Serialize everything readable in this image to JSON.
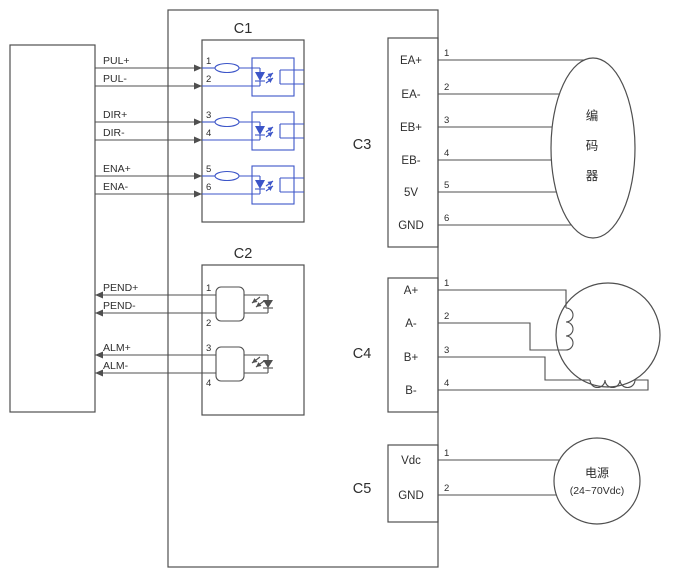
{
  "connectors": {
    "c1": {
      "label": "C1",
      "signals": [
        {
          "name": "PUL+",
          "pin": "1"
        },
        {
          "name": "PUL-",
          "pin": "2"
        },
        {
          "name": "DIR+",
          "pin": "3"
        },
        {
          "name": "DIR-",
          "pin": "4"
        },
        {
          "name": "ENA+",
          "pin": "5"
        },
        {
          "name": "ENA-",
          "pin": "6"
        }
      ]
    },
    "c2": {
      "label": "C2",
      "signals": [
        {
          "name": "PEND+",
          "pin": "1"
        },
        {
          "name": "PEND-",
          "pin": "2"
        },
        {
          "name": "ALM+",
          "pin": "3"
        },
        {
          "name": "ALM-",
          "pin": "4"
        }
      ]
    },
    "c3": {
      "label": "C3",
      "pins": [
        {
          "name": "EA+",
          "pin": "1"
        },
        {
          "name": "EA-",
          "pin": "2"
        },
        {
          "name": "EB+",
          "pin": "3"
        },
        {
          "name": "EB-",
          "pin": "4"
        },
        {
          "name": "5V",
          "pin": "5"
        },
        {
          "name": "GND",
          "pin": "6"
        }
      ]
    },
    "c4": {
      "label": "C4",
      "pins": [
        {
          "name": "A+",
          "pin": "1"
        },
        {
          "name": "A-",
          "pin": "2"
        },
        {
          "name": "B+",
          "pin": "3"
        },
        {
          "name": "B-",
          "pin": "4"
        }
      ]
    },
    "c5": {
      "label": "C5",
      "pins": [
        {
          "name": "Vdc",
          "pin": "1"
        },
        {
          "name": "GND",
          "pin": "2"
        }
      ]
    }
  },
  "devices": {
    "encoder": {
      "chars": [
        "编",
        "码",
        "器"
      ]
    },
    "power": {
      "name": "电源",
      "spec": "(24~70Vdc)"
    }
  },
  "colors": {
    "wire": "#4f4f4f",
    "optocoupler_blue": "#3c55c8",
    "text": "#2e2e2e",
    "background": "#ffffff"
  }
}
